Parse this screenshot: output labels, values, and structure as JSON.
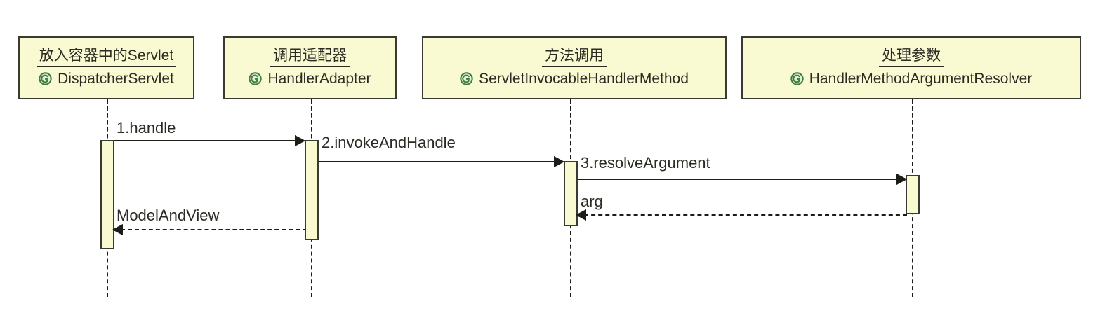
{
  "diagram": {
    "kind": "uml-sequence-diagram",
    "background_color": "#ffffff",
    "box_fill_color": "#fafad2",
    "box_border_color": "#3a3a32",
    "line_color": "#1d1d18",
    "icon_color": "#3f7f3f"
  },
  "participants": [
    {
      "id": "dispatcher-servlet",
      "title": "放入容器中的Servlet",
      "class_name": "DispatcherServlet",
      "icon": "class-circle-icon"
    },
    {
      "id": "handler-adapter",
      "title": "调用适配器",
      "class_name": "HandlerAdapter",
      "icon": "class-circle-icon"
    },
    {
      "id": "servlet-invocable-handler-method",
      "title": "方法调用",
      "class_name": "ServletInvocableHandlerMethod",
      "icon": "class-circle-icon"
    },
    {
      "id": "handler-method-argument-resolver",
      "title": "处理参数",
      "class_name": "HandlerMethodArgumentResolver",
      "icon": "class-circle-icon"
    }
  ],
  "messages": [
    {
      "id": "m1",
      "label": "1.handle",
      "from": "dispatcher-servlet",
      "to": "handler-adapter",
      "style": "solid",
      "direction": "right",
      "type": "call"
    },
    {
      "id": "m2",
      "label": "2.invokeAndHandle",
      "from": "handler-adapter",
      "to": "servlet-invocable-handler-method",
      "style": "solid",
      "direction": "right",
      "type": "call"
    },
    {
      "id": "m3",
      "label": "3.resolveArgument",
      "from": "servlet-invocable-handler-method",
      "to": "handler-method-argument-resolver",
      "style": "solid",
      "direction": "right",
      "type": "call"
    },
    {
      "id": "m4",
      "label": "arg",
      "from": "handler-method-argument-resolver",
      "to": "servlet-invocable-handler-method",
      "style": "dashed",
      "direction": "left",
      "type": "return"
    },
    {
      "id": "m5",
      "label": "ModelAndView",
      "from": "handler-adapter",
      "to": "dispatcher-servlet",
      "style": "dashed",
      "direction": "left",
      "type": "return"
    }
  ]
}
